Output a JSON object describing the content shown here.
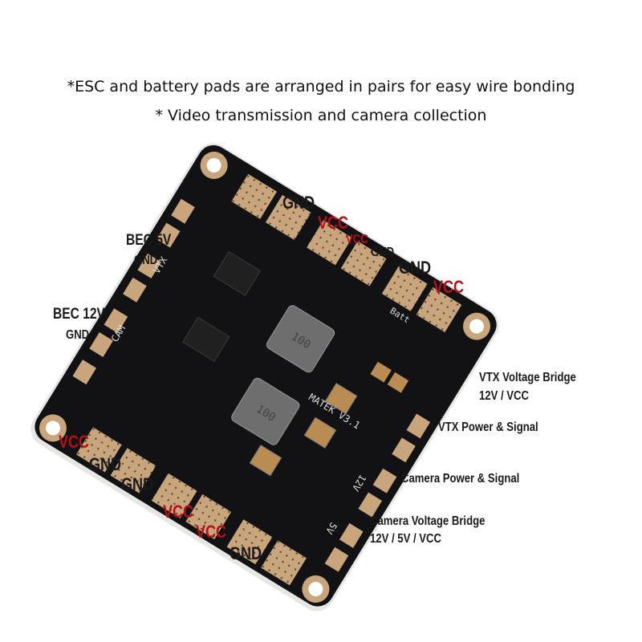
{
  "captions": {
    "line1": "*ESC and battery pads are arranged in pairs for easy wire bonding",
    "line2": "* Video transmission and camera collection"
  },
  "labels": {
    "top_gnd1": "GND",
    "top_vcc1": "VCC",
    "top_vcc2": "VCC",
    "top_gnd2": "GND",
    "top_gnd3": "GND",
    "top_vcc3": "VCC",
    "bec5v": "BEC 5V",
    "bec5v_gnd": "GND",
    "bec12v": "BEC 12V",
    "bec12v_gnd": "GND",
    "vtx_bridge": "VTX Voltage Bridge",
    "vtx_bridge_sub": "12V / VCC",
    "vtx_power": "VTX Power & Signal",
    "cam_power": "Camera Power & Signal",
    "cam_bridge": "Camera Voltage Bridge",
    "cam_bridge_sub": "12V / 5V / VCC",
    "bot_vcc1": "VCC",
    "bot_gnd1": "GND",
    "bot_gnd2": "GND",
    "bot_vcc2": "VCC",
    "bot_vcc3": "VCC",
    "bot_gnd3": "GND"
  },
  "silkscreen": {
    "board_name": "MATEK V3.1",
    "vtx": "VTX",
    "cam": "CAM",
    "v12": "12V",
    "v5": "5V",
    "batt": "Batt",
    "inductor": "100"
  },
  "colors": {
    "pcb": "#121214",
    "pad": "#c9a57d",
    "label_red": "#b3121b"
  }
}
